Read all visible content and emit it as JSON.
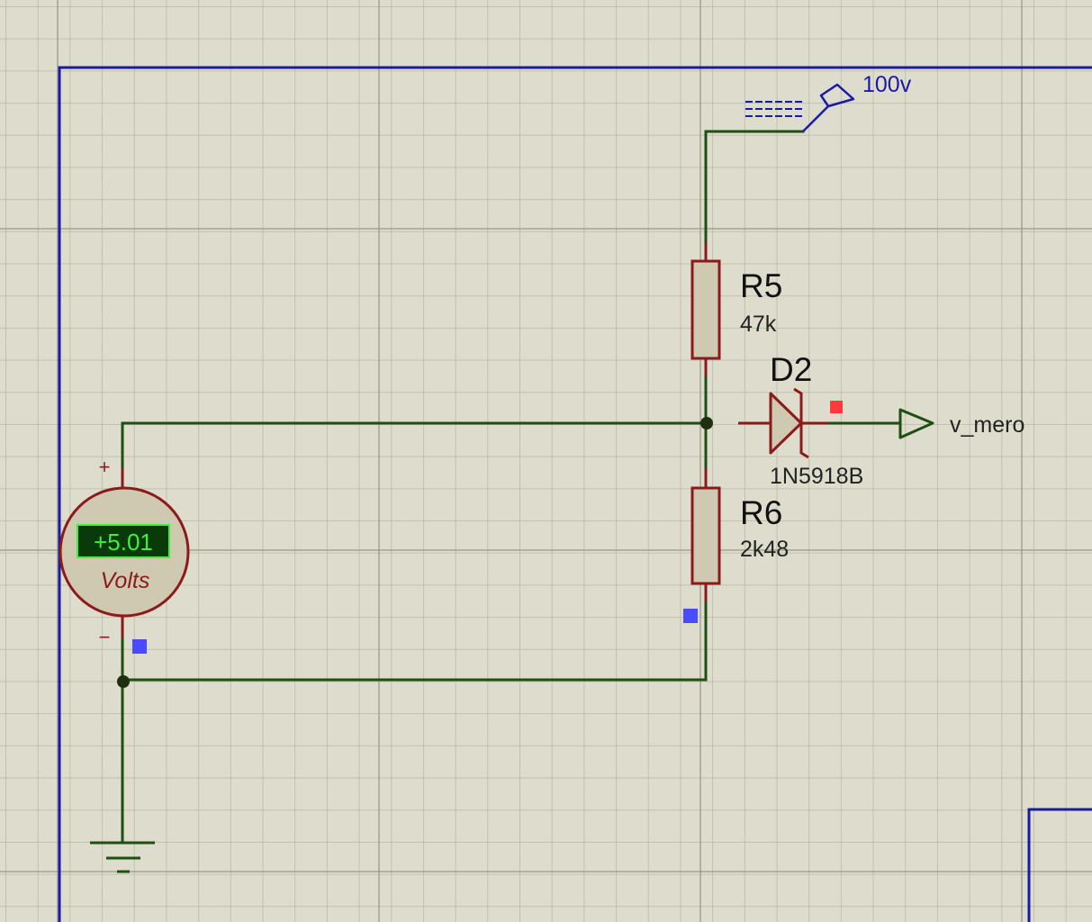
{
  "components": {
    "r5": {
      "ref": "R5",
      "value": "47k"
    },
    "r6": {
      "ref": "R6",
      "value": "2k48"
    },
    "d2": {
      "ref": "D2",
      "value": "1N5918B"
    }
  },
  "terminals": {
    "source": {
      "label": "100v"
    },
    "output": {
      "label": "v_mero"
    }
  },
  "voltmeter": {
    "reading": "+5.01",
    "unit": "Volts",
    "plus": "+",
    "minus": "−"
  },
  "colors": {
    "wire": "#1f4f12",
    "component": "#8b1a1a",
    "component_fill": "#cfc9b2",
    "border": "#1a1aa8",
    "label": "#111111",
    "terminal_label": "#1a1aa8",
    "display_bg": "#0a3a0a",
    "display_fg": "#3ef03e",
    "probe_blue": "#4a4aff",
    "probe_red": "#ff3a3a"
  },
  "icons": {
    "ground": "ground-icon",
    "diode": "zener-diode-icon",
    "resistor": "resistor-icon",
    "voltmeter": "voltmeter-icon",
    "terminal": "terminal-arrow-icon"
  }
}
